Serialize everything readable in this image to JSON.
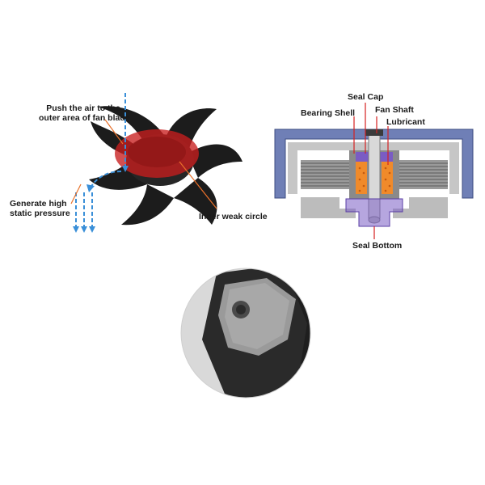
{
  "fan_diagram": {
    "push_air_label_line1": "Push the air to the",
    "push_air_label_line2": "outer area of fan blade",
    "static_pressure_label_line1": "Generate high",
    "static_pressure_label_line2": "static pressure",
    "inner_circle_label": "Inner weak circle"
  },
  "bearing_diagram": {
    "seal_cap_label": "Seal Cap",
    "bearing_shell_label": "Bearing Shell",
    "fan_shaft_label": "Fan Shaft",
    "lubricant_label": "Lubricant",
    "seal_bottom_label": "Seal Bottom"
  },
  "colors": {
    "label_line": "#e8702a",
    "inner_circle": "#c81e1e",
    "airflow": "#3a8fd8",
    "motor_frame": "#6f7fb6",
    "seal_parts": "#7a5cc4",
    "lubricant": "#f08a2a",
    "shaft": "#d0d0d0",
    "blade": "#1d1d1d",
    "inset_bg": "#d9d9d9"
  }
}
